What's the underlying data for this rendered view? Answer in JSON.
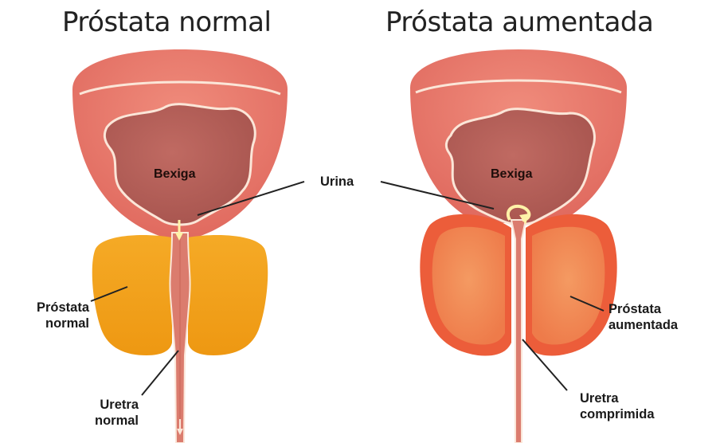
{
  "titles": {
    "left": "Próstata normal",
    "right": "Próstata aumentada"
  },
  "labels": {
    "bladder_left": "Bexiga",
    "bladder_right": "Bexiga",
    "urine": "Urina",
    "normal_prostate": [
      "Próstata",
      "normal"
    ],
    "enlarged_prostate": [
      "Próstata",
      "aumentada"
    ],
    "normal_urethra": [
      "Uretra",
      "normal"
    ],
    "compressed_urethra": [
      "Uretra",
      "comprimida"
    ]
  },
  "colors": {
    "bladder_outer": "#e8786b",
    "bladder_wall_line": "#fbe6d8",
    "bladder_inner": "#b8625b",
    "normal_prostate": "#f3a21c",
    "enlarged_prostate_outer": "#ec5d3a",
    "enlarged_prostate_inner": "#f08a55",
    "urethra": "#d9776a",
    "urine_arrow": "#fff2a8"
  }
}
